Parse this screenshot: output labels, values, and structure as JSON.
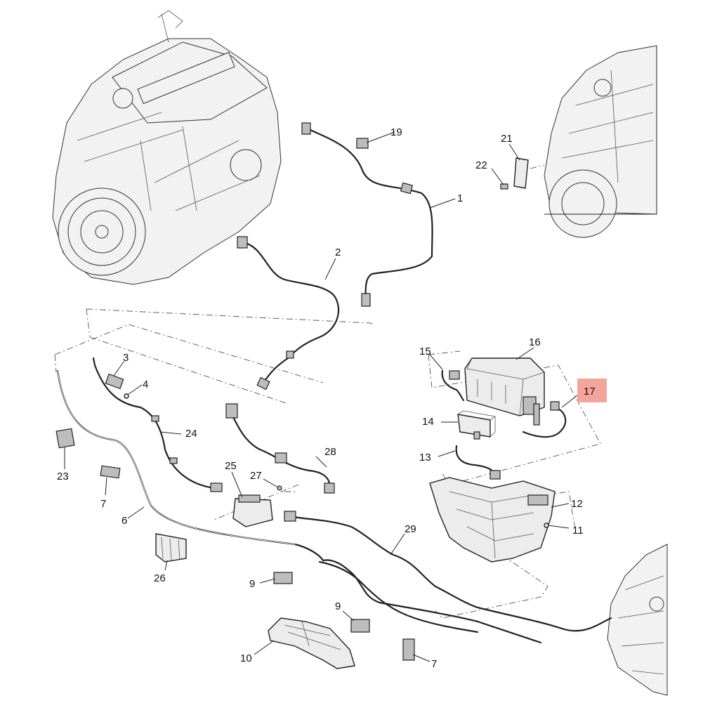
{
  "callouts": [
    {
      "id": "1",
      "label": "1"
    },
    {
      "id": "2",
      "label": "2"
    },
    {
      "id": "3",
      "label": "3"
    },
    {
      "id": "4",
      "label": "4"
    },
    {
      "id": "6",
      "label": "6"
    },
    {
      "id": "7a",
      "label": "7"
    },
    {
      "id": "7b",
      "label": "7"
    },
    {
      "id": "9a",
      "label": "9"
    },
    {
      "id": "9b",
      "label": "9"
    },
    {
      "id": "10",
      "label": "10"
    },
    {
      "id": "11",
      "label": "11"
    },
    {
      "id": "12",
      "label": "12"
    },
    {
      "id": "13",
      "label": "13"
    },
    {
      "id": "14",
      "label": "14"
    },
    {
      "id": "15",
      "label": "15"
    },
    {
      "id": "16",
      "label": "16"
    },
    {
      "id": "17",
      "label": "17"
    },
    {
      "id": "19",
      "label": "19"
    },
    {
      "id": "21",
      "label": "21"
    },
    {
      "id": "22",
      "label": "22"
    },
    {
      "id": "23",
      "label": "23"
    },
    {
      "id": "24",
      "label": "24"
    },
    {
      "id": "25",
      "label": "25"
    },
    {
      "id": "26",
      "label": "26"
    },
    {
      "id": "27",
      "label": "27"
    },
    {
      "id": "28",
      "label": "28"
    },
    {
      "id": "29",
      "label": "29"
    }
  ],
  "highlight": {
    "callout": "17",
    "color": "#f3a59c"
  },
  "colors": {
    "line": "#222222",
    "background": "#ffffff"
  }
}
